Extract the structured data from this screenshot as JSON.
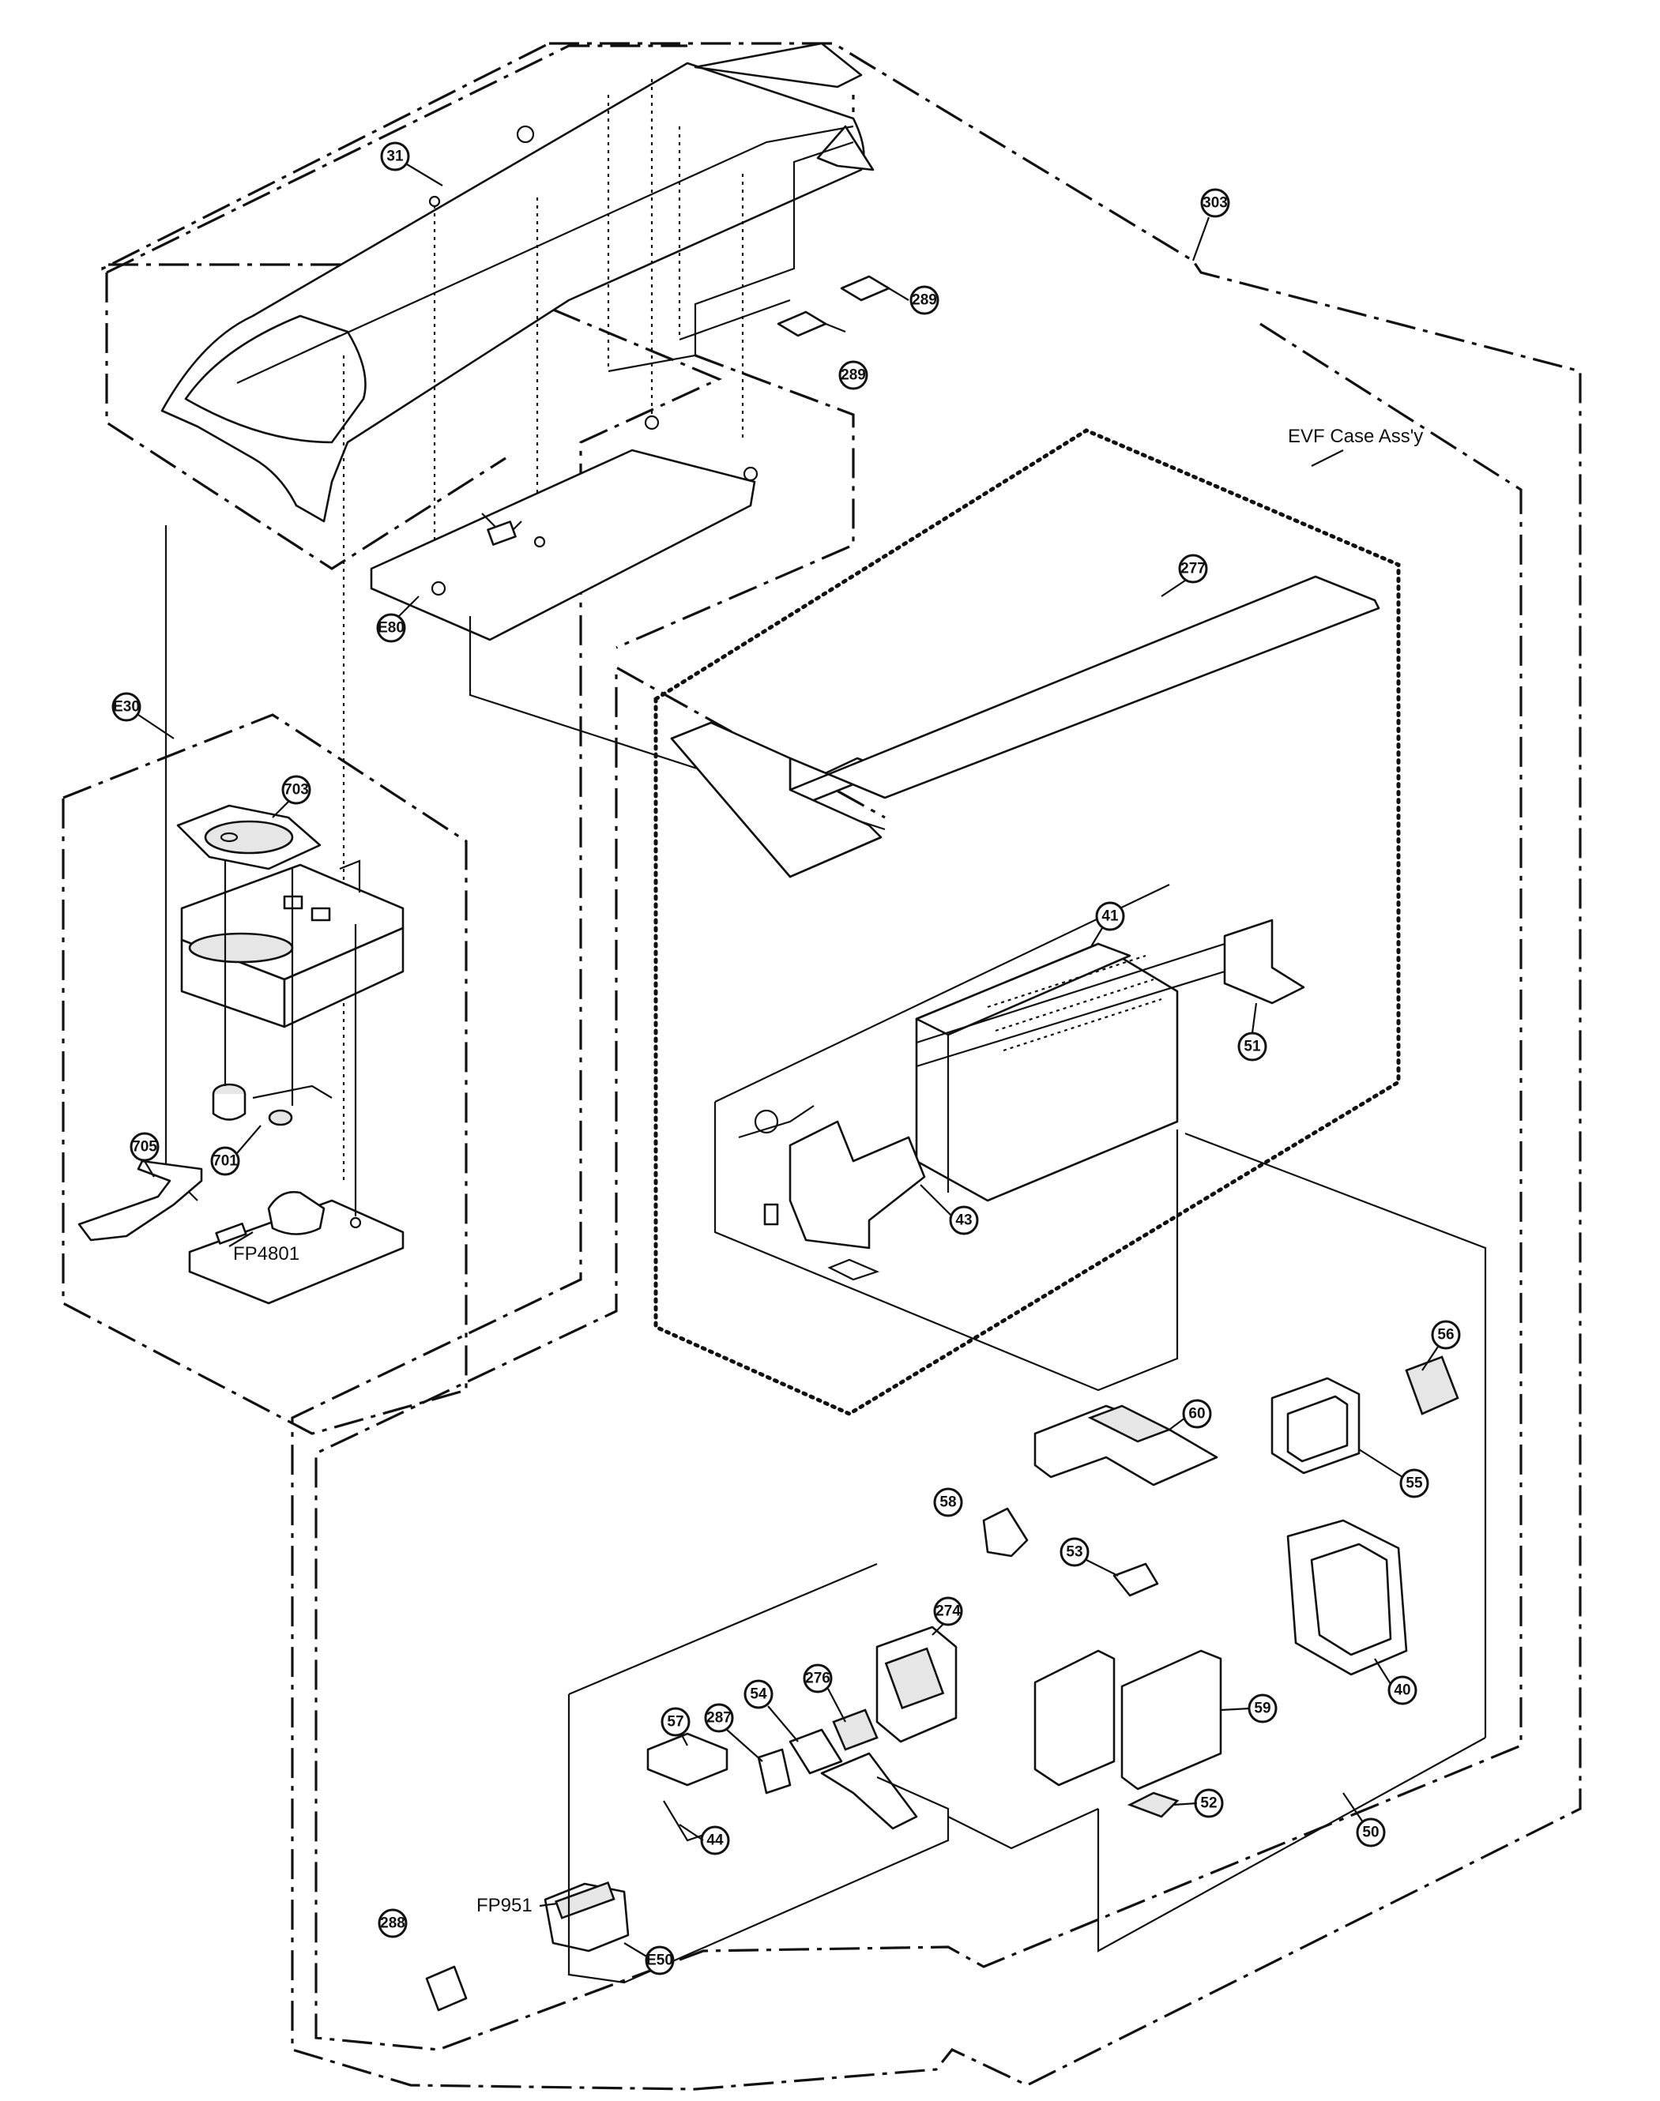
{
  "callouts": {
    "c31": "31",
    "c303": "303",
    "c289a": "289",
    "c289b": "289",
    "e80": "E80",
    "e30": "E30",
    "c703": "703",
    "c701": "701",
    "c705": "705",
    "c277": "277",
    "c41": "41",
    "c51": "51",
    "c43": "43",
    "c60": "60",
    "c56": "56",
    "c55": "55",
    "c58": "58",
    "c53": "53",
    "c40": "40",
    "c274": "274",
    "c276": "276",
    "c287": "287",
    "c54": "54",
    "c57": "57",
    "c59": "59",
    "c52": "52",
    "c44": "44",
    "c50": "50",
    "c288": "288",
    "e50": "E50"
  },
  "labels": {
    "evf_case": "EVF Case Ass'y",
    "fp4801": "FP4801",
    "fp951": "FP951"
  }
}
